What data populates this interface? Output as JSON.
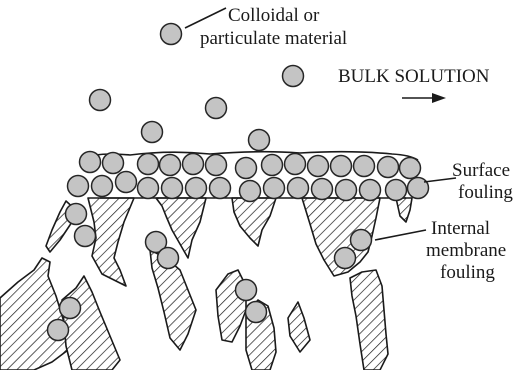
{
  "labels": {
    "colloidal": [
      "Colloidal or",
      "particulate material"
    ],
    "bulk": "BULK SOLUTION",
    "surface": [
      "Surface",
      "fouling"
    ],
    "internal": [
      "Internal",
      "membrane",
      "fouling"
    ]
  },
  "colors": {
    "ink": "#1a1a1a",
    "particle_fill": "#c4c4c4",
    "background": "#ffffff"
  }
}
